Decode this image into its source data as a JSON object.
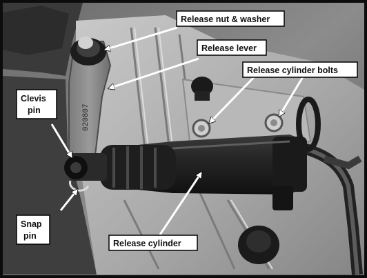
{
  "labels": {
    "release_nut_washer": "Release nut & washer",
    "release_lever": "Release lever",
    "release_cylinder_bolts": "Release cylinder bolts",
    "clevis_line1": "Clevis",
    "clevis_line2": "pin",
    "snap_line1": "Snap",
    "snap_line2": "pin",
    "release_cylinder": "Release cylinder"
  },
  "stamp_text": "020807"
}
